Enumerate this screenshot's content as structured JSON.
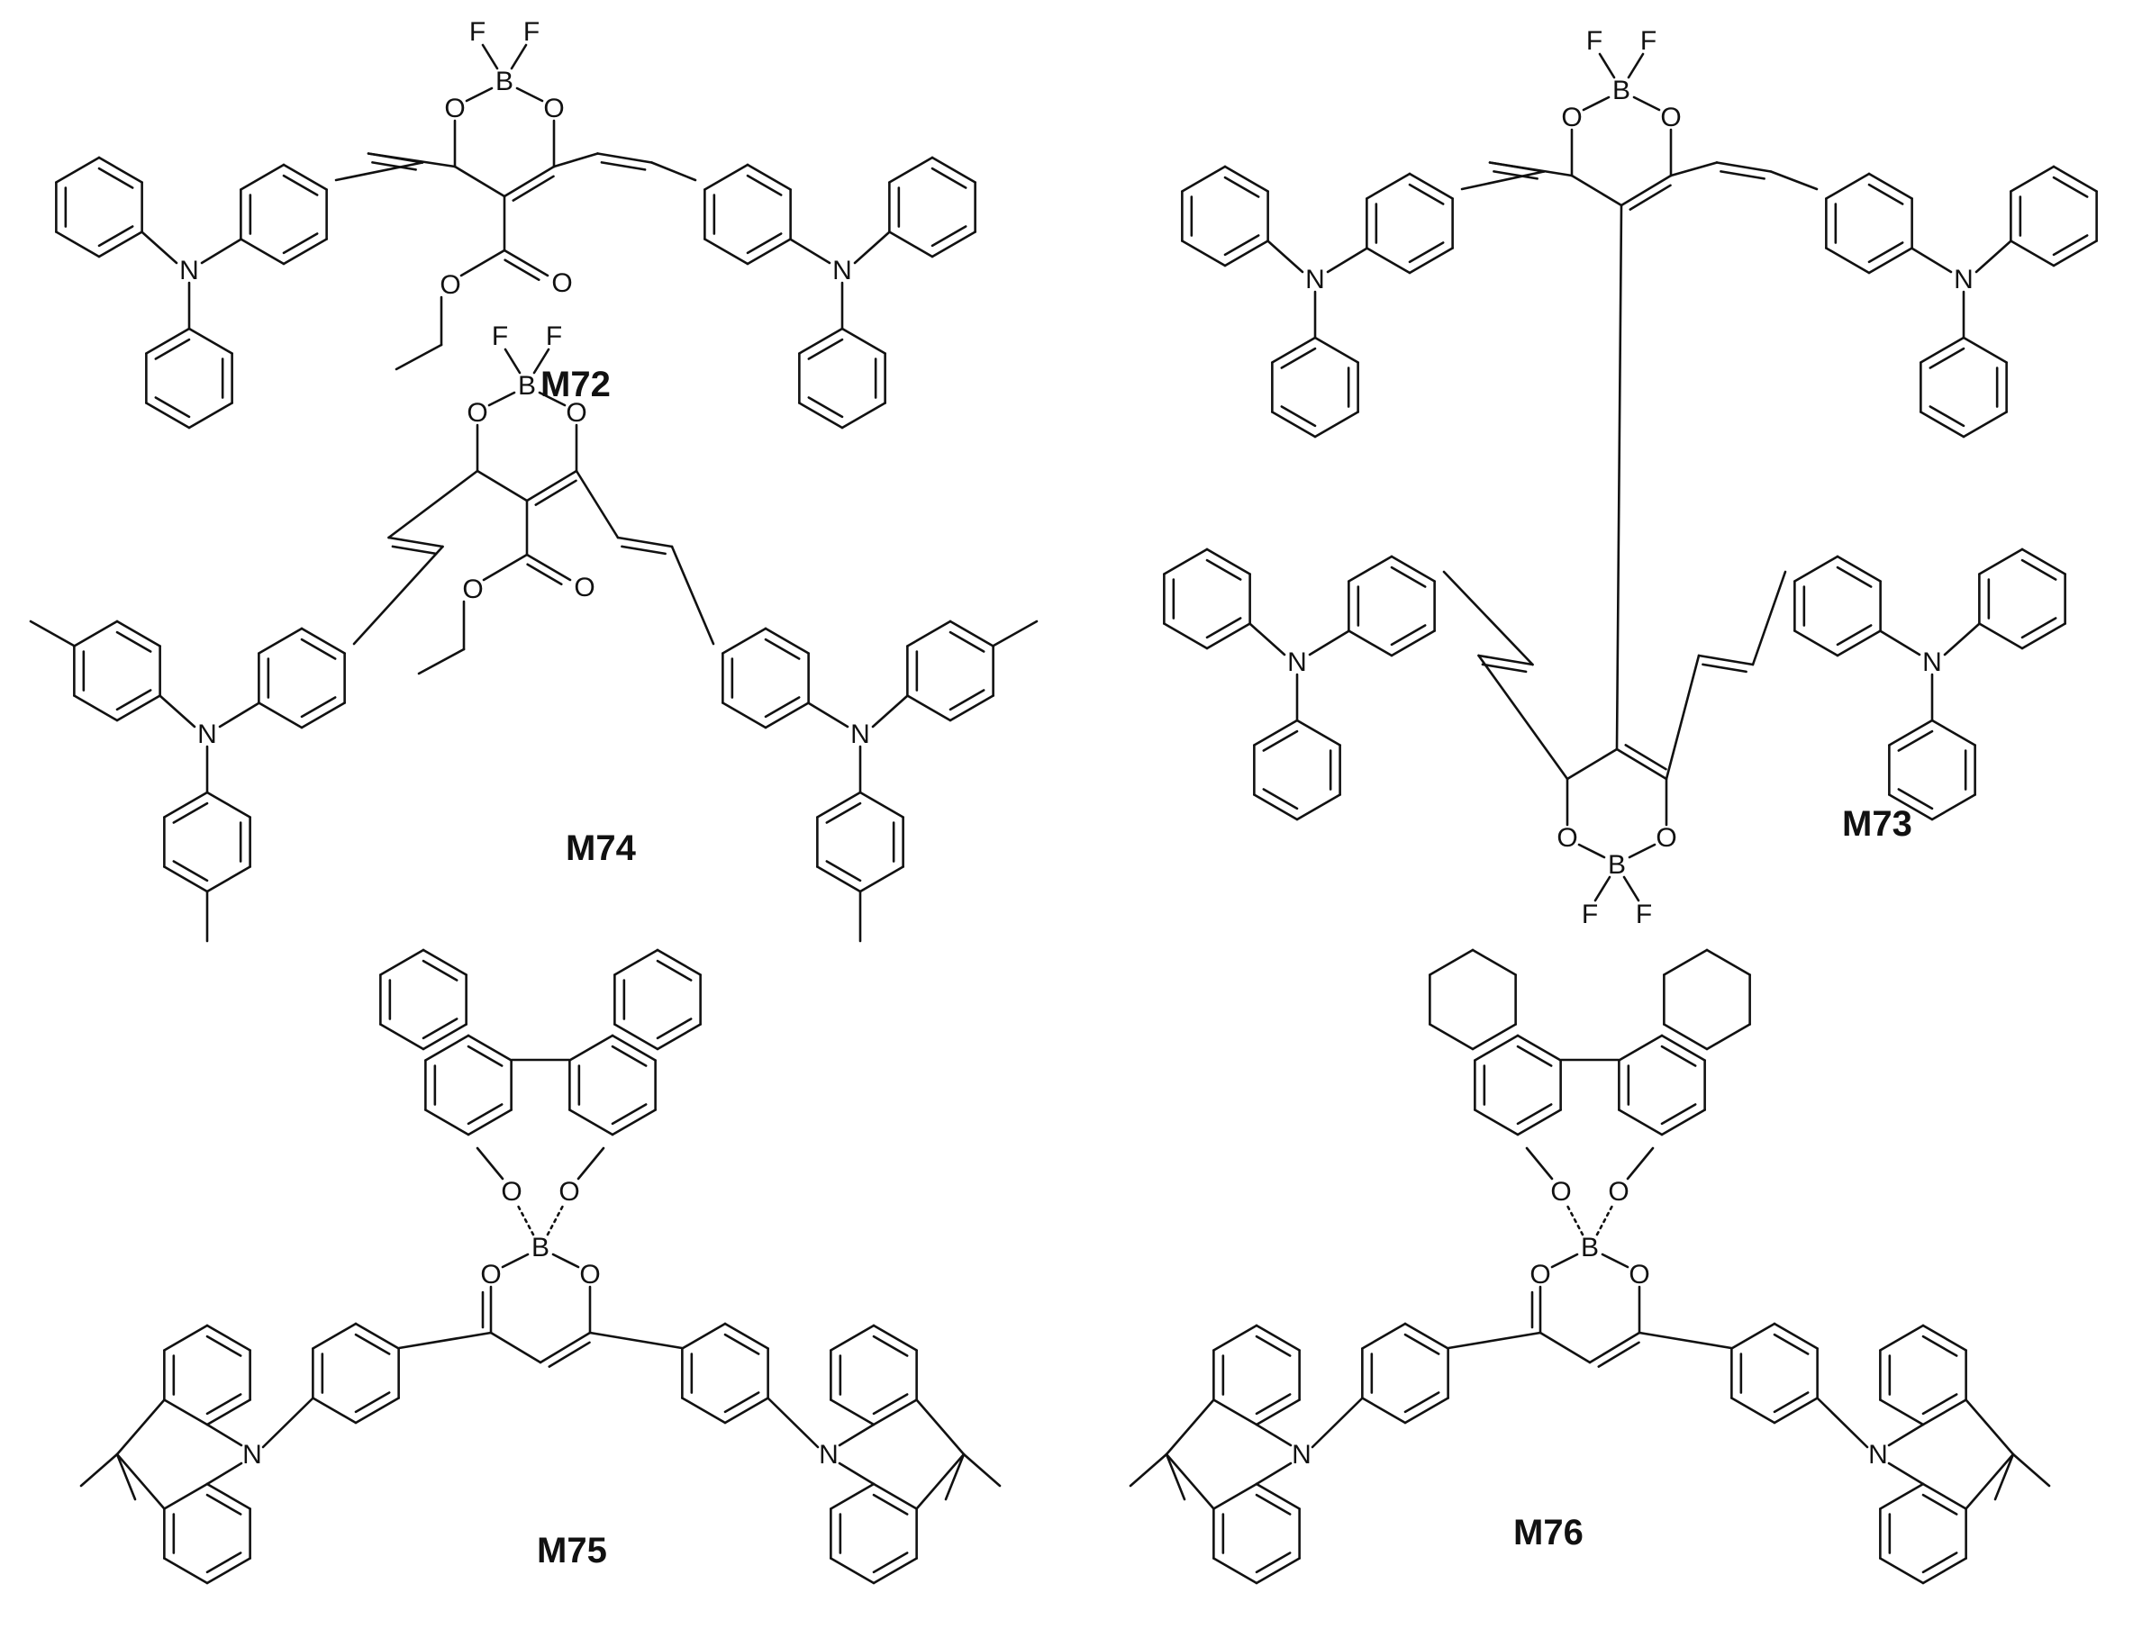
{
  "compounds": [
    {
      "id": "m72",
      "label": "M72"
    },
    {
      "id": "m74",
      "label": "M74"
    },
    {
      "id": "m73",
      "label": "M73"
    },
    {
      "id": "m75",
      "label": "M75"
    },
    {
      "id": "m76",
      "label": "M76"
    }
  ],
  "atoms": {
    "F": "F",
    "B": "B",
    "O": "O",
    "N": "N"
  }
}
